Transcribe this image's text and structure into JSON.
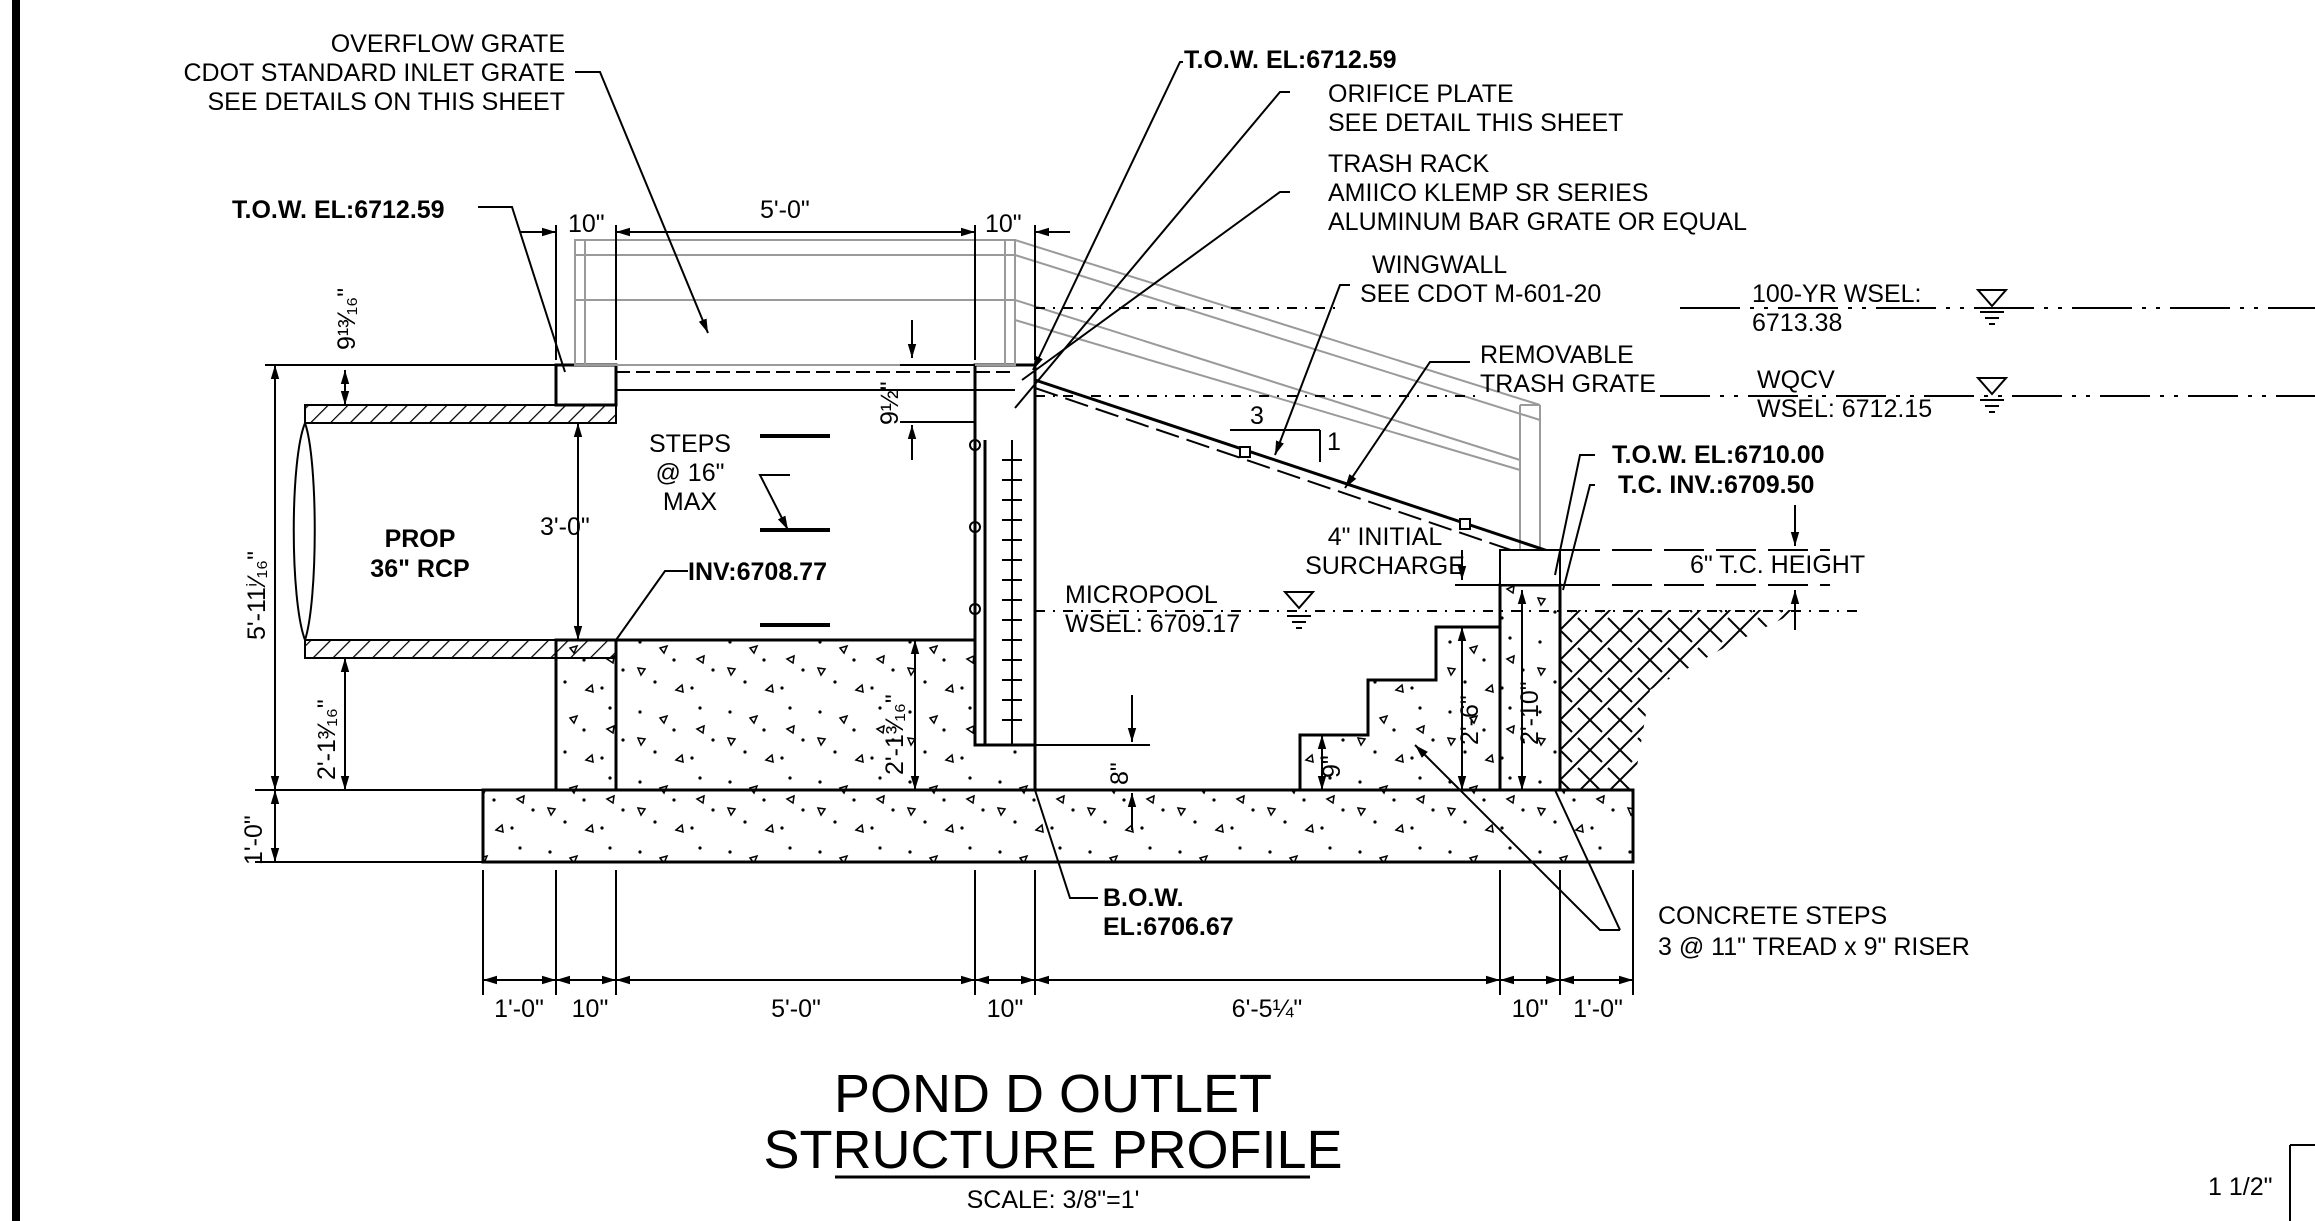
{
  "title": {
    "line1": "POND D OUTLET",
    "line2": "STRUCTURE PROFILE",
    "scale": "SCALE: 3/8\"=1'"
  },
  "callouts": {
    "overflow_grate": [
      "OVERFLOW GRATE",
      "CDOT STANDARD INLET GRATE",
      "SEE DETAILS ON THIS SHEET"
    ],
    "tow_left": "T.O.W. EL:6712.59",
    "tow_top": "T.O.W. EL:6712.59",
    "orifice_plate": [
      "ORIFICE PLATE",
      "SEE DETAIL THIS SHEET"
    ],
    "trash_rack": [
      "TRASH RACK",
      "AMIICO KLEMP SR SERIES",
      "ALUMINUM BAR GRATE OR EQUAL"
    ],
    "wingwall": [
      "WINGWALL",
      "SEE CDOT M-601-20"
    ],
    "wsel_100yr": [
      "100-YR WSEL:",
      "6713.38"
    ],
    "removable_trash_grate": [
      "REMOVABLE",
      "TRASH GRATE"
    ],
    "wqcv": [
      "WQCV",
      "WSEL: 6712.15"
    ],
    "steps": [
      "STEPS",
      "@ 16\"",
      "MAX"
    ],
    "pipe": [
      "PROP",
      "36\" RCP"
    ],
    "inv": "INV:6708.77",
    "initial_surcharge": [
      "4\" INITIAL",
      "SURCHARGE"
    ],
    "tow_right": "T.O.W. EL:6710.00",
    "tc_inv": "T.C. INV.:6709.50",
    "tc_height": "6\" T.C. HEIGHT",
    "micropool": [
      "MICROPOOL",
      "WSEL: 6709.17"
    ],
    "bow": [
      "B.O.W.",
      "EL:6706.67"
    ],
    "concrete_steps": [
      "CONCRETE STEPS",
      "3 @ 11\" TREAD x 9\" RISER"
    ],
    "slope_run": "3",
    "slope_rise": "1"
  },
  "dimensions": {
    "top_10_left": "10\"",
    "top_5ft": "5'-0\"",
    "top_10_right": "10\"",
    "wall_9_13_16": "9¹³⁄₁₆\"",
    "grate_9_half": "9½\"",
    "pipe_3ft": "3'-0\"",
    "overall_height": "5'-11ⁱ⁄₁₆\"",
    "below_pipe": "2'-1³⁄₁₆\"",
    "below_pipe_inner": "2'-1³⁄₁₆\"",
    "base_1ft": "1'-0\"",
    "micropool_8": "8\"",
    "step_9": "9\"",
    "step_2_6": "2'-6\"",
    "wall_2_10": "2'-10\"",
    "bottom": [
      "1'-0\"",
      "10\"",
      "5'-0\"",
      "10\"",
      "6'-5¼\"",
      "10\"",
      "1'-0\""
    ]
  },
  "corner_note": "1 1/2\""
}
